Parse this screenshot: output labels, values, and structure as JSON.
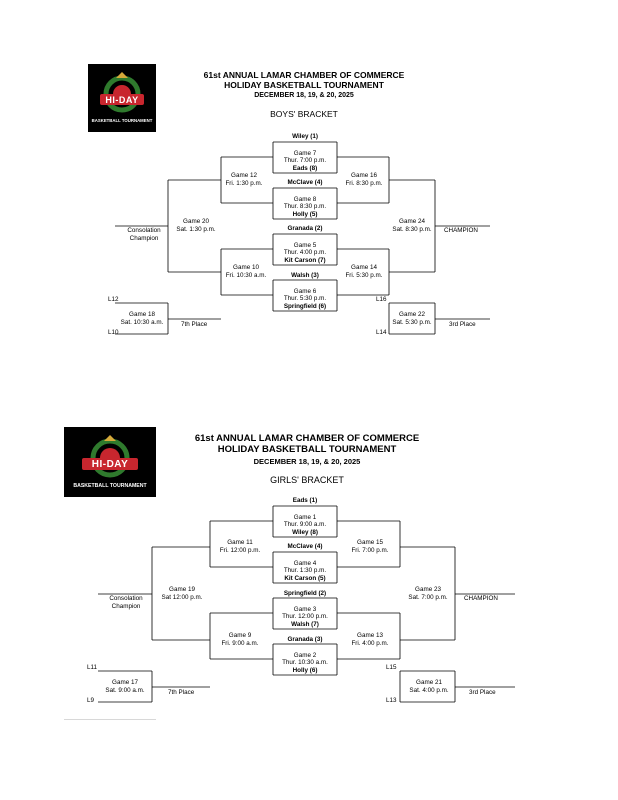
{
  "logo": {
    "brand": "HI-DAY",
    "tagline": "BASKETBALL TOURNAMENT"
  },
  "colors": {
    "logo_bg": "#000000",
    "logo_red": "#c8262e",
    "logo_green": "#2f7a2d",
    "logo_gold": "#d6a93a"
  },
  "header": {
    "line1": "61st ANNUAL LAMAR CHAMBER OF COMMERCE",
    "line2": "HOLIDAY BASKETBALL TOURNAMENT",
    "dates": "DECEMBER 18, 19, & 20, 2025"
  },
  "boys": {
    "title": "BOYS' BRACKET",
    "seed1": "Wiley (1)",
    "g7": [
      "Game 7",
      "Thur. 7:00 p.m."
    ],
    "seed8": "Eads (8)",
    "seed4": "McClave (4)",
    "g8": [
      "Game 8",
      "Thur. 8:30 p.m."
    ],
    "seed5": "Holly (5)",
    "seed2": "Granada (2)",
    "g5": [
      "Game 5",
      "Thur. 4:00 p.m."
    ],
    "seed7": "Kit Carson (7)",
    "seed3": "Walsh (3)",
    "g6": [
      "Game 6",
      "Thur. 5:30 p.m."
    ],
    "seed6": "Springfield (6)",
    "g12": [
      "Game 12",
      "Fri. 1:30 p.m."
    ],
    "g16": [
      "Game 16",
      "Fri. 8:30 p.m."
    ],
    "g10": [
      "Game 10",
      "Fri. 10:30 a.m."
    ],
    "g14": [
      "Game 14",
      "Fri. 5:30 p.m."
    ],
    "g20": [
      "Game 20",
      "Sat. 1:30 p.m."
    ],
    "g24": [
      "Game 24",
      "Sat. 8:30 p.m."
    ],
    "consolation": [
      "Consolation",
      "Champion"
    ],
    "champion": "CHAMPION",
    "g18": [
      "Game 18",
      "Sat. 10:30 a.m."
    ],
    "g22": [
      "Game 22",
      "Sat. 5:30 p.m."
    ],
    "place7": "7th Place",
    "place3": "3rd Place",
    "l12": "L12",
    "l10": "L10",
    "l16": "L16",
    "l14": "L14"
  },
  "girls": {
    "title": "GIRLS' BRACKET",
    "seed1": "Eads (1)",
    "g1": [
      "Game 1",
      "Thur. 9:00 a.m."
    ],
    "seed8": "Wiley (8)",
    "seed4": "McClave (4)",
    "g4": [
      "Game 4",
      "Thur. 1:30 p.m."
    ],
    "seed5": "Kit Carson (5)",
    "seed2": "Springfield (2)",
    "g3": [
      "Game 3",
      "Thur. 12:00 p.m."
    ],
    "seed7": "Walsh (7)",
    "seed3": "Granada (3)",
    "g2": [
      "Game 2",
      "Thur. 10:30 a.m."
    ],
    "seed6": "Holly (6)",
    "g11": [
      "Game 11",
      "Fri. 12:00 p.m."
    ],
    "g15": [
      "Game 15",
      "Fri. 7:00 p.m."
    ],
    "g9": [
      "Game 9",
      "Fri. 9:00 a.m."
    ],
    "g13": [
      "Game 13",
      "Fri. 4:00 p.m."
    ],
    "g19": [
      "Game 19",
      "Sat 12:00 p.m."
    ],
    "g23": [
      "Game 23",
      "Sat. 7:00 p.m."
    ],
    "consolation": [
      "Consolation",
      "Champion"
    ],
    "champion": "CHAMPION",
    "g17": [
      "Game 17",
      "Sat. 9:00 a.m."
    ],
    "g21": [
      "Game 21",
      "Sat. 4:00 p.m."
    ],
    "place7": "7th Place",
    "place3": "3rd Place",
    "l11": "L11",
    "l9": "L9",
    "l15": "L15",
    "l13": "L13"
  }
}
